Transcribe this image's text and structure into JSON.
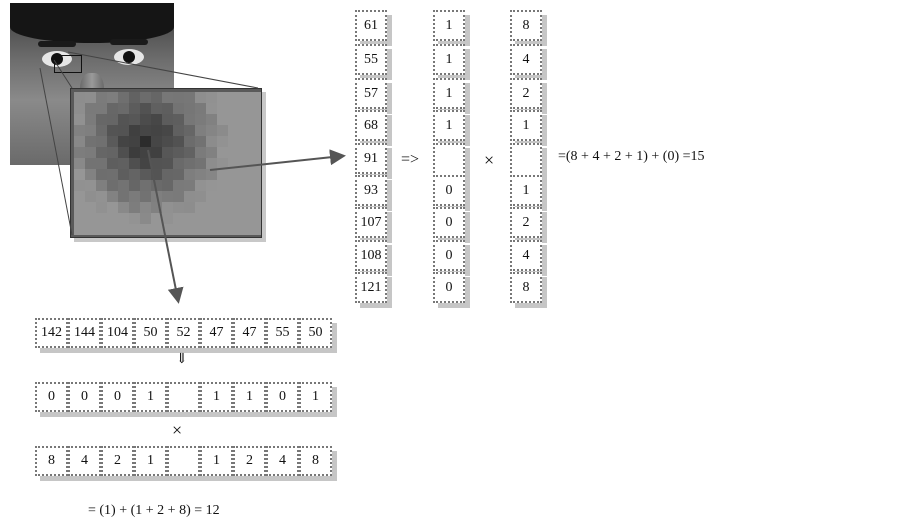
{
  "vertical": {
    "pixels": [
      "61",
      "55",
      "57",
      "68",
      "91",
      "93",
      "107",
      "108",
      "121"
    ],
    "binary": [
      "1",
      "1",
      "1",
      "1",
      "",
      "0",
      "0",
      "0",
      "0"
    ],
    "weights": [
      "8",
      "4",
      "2",
      "1",
      "",
      "1",
      "2",
      "4",
      "8"
    ],
    "implies": "=>",
    "times": "×",
    "equation": "=(8 + 4 + 2 + 1) + (0) =15"
  },
  "horizontal": {
    "pixels": [
      "142",
      "144",
      "104",
      "50",
      "52",
      "47",
      "47",
      "55",
      "50"
    ],
    "implies": "⇓",
    "binary": [
      "0",
      "0",
      "0",
      "1",
      "",
      "1",
      "1",
      "0",
      "1"
    ],
    "times": "×",
    "weights": [
      "8",
      "4",
      "2",
      "1",
      "",
      "1",
      "2",
      "4",
      "8"
    ],
    "equation": "= (1) + (1 + 2 + 8) = 12"
  },
  "colors": {
    "box_border": "#777777",
    "shadow": "#c6c6c6",
    "arrow": "#555555"
  }
}
